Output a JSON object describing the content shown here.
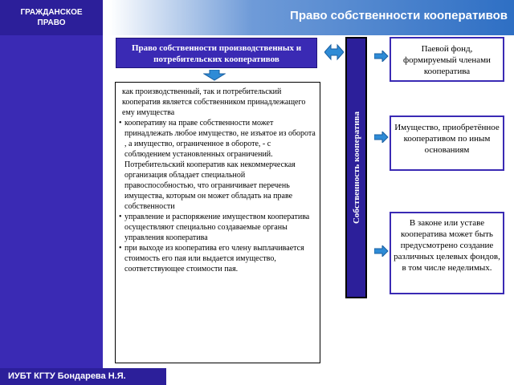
{
  "brand": {
    "line1": "ГРАЖДАНСКОЕ",
    "line2": "ПРАВО"
  },
  "header": {
    "title": "Право собственности кооперативов"
  },
  "footer": {
    "text": "ИУБТ КГТУ Бондарева Н.Я."
  },
  "top_box": {
    "text": "Право собственности производственных и потребительских кооперативов"
  },
  "center_bar": {
    "text": "Собственность кооператива"
  },
  "text_box": {
    "intro": "как производственный, так и потребительский кооператив является собственником принадлежащего ему имущества",
    "bullets": [
      "кооперативу на праве собственности может принадлежать любое имущество, не изъятое из оборота , а имущество, ограниченное в обороте, - с соблюдением установленных ограничений. Потребительский кооператив как некоммерческая организация обладает специальной правоспособностью, что ограничивает перечень имущества, которым он может обладать на праве собственности",
      "управление и распоряжение имуществом кооператива осуществляют специально создаваемые органы управления кооператива",
      "при выходе из кооператива его члену выплачивается стоимость его пая или выдается имущество, соответствующее стоимости пая."
    ]
  },
  "right_boxes": [
    "Паевой фонд, формируемый членами кооператива",
    "Имущество, приобретённое кооперативом по иным основаниям",
    "В законе или уставе кооператива может быть предусмотрено создание различных целевых фондов, в том числе неделимых."
  ],
  "colors": {
    "primary": "#3a2ab4",
    "dark": "#2c1f9a",
    "arrow": "#2e8bd6"
  }
}
